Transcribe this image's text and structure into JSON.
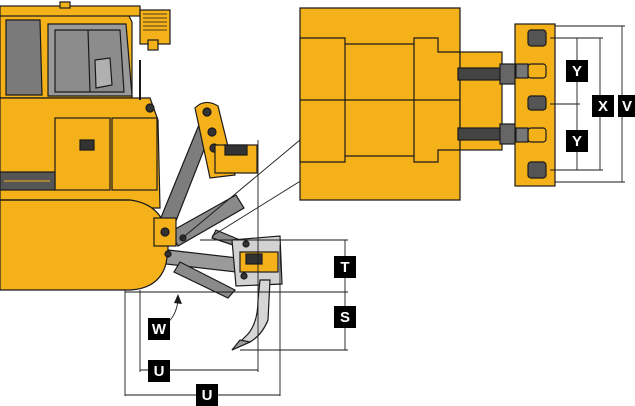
{
  "diagram": {
    "machine_color": "#F5B11A",
    "line_color": "#1a1a1a",
    "dimension_labels": {
      "t": "T",
      "s": "S",
      "w": "W",
      "u1": "U",
      "u2": "U",
      "x": "X",
      "y_top": "Y",
      "y_bottom": "Y",
      "v": "V"
    }
  }
}
